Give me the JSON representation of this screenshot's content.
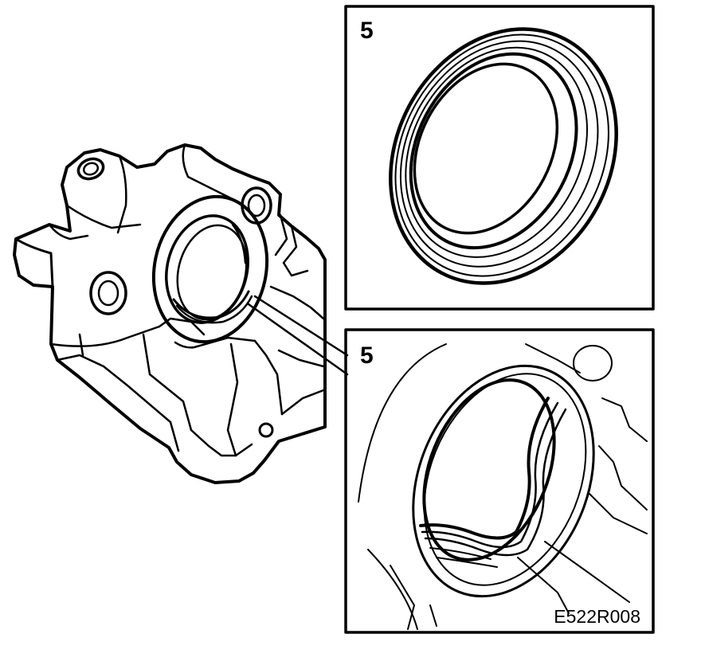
{
  "figure": {
    "top_panel_label": "5",
    "bottom_panel_label": "5",
    "figure_code": "E522R008"
  }
}
